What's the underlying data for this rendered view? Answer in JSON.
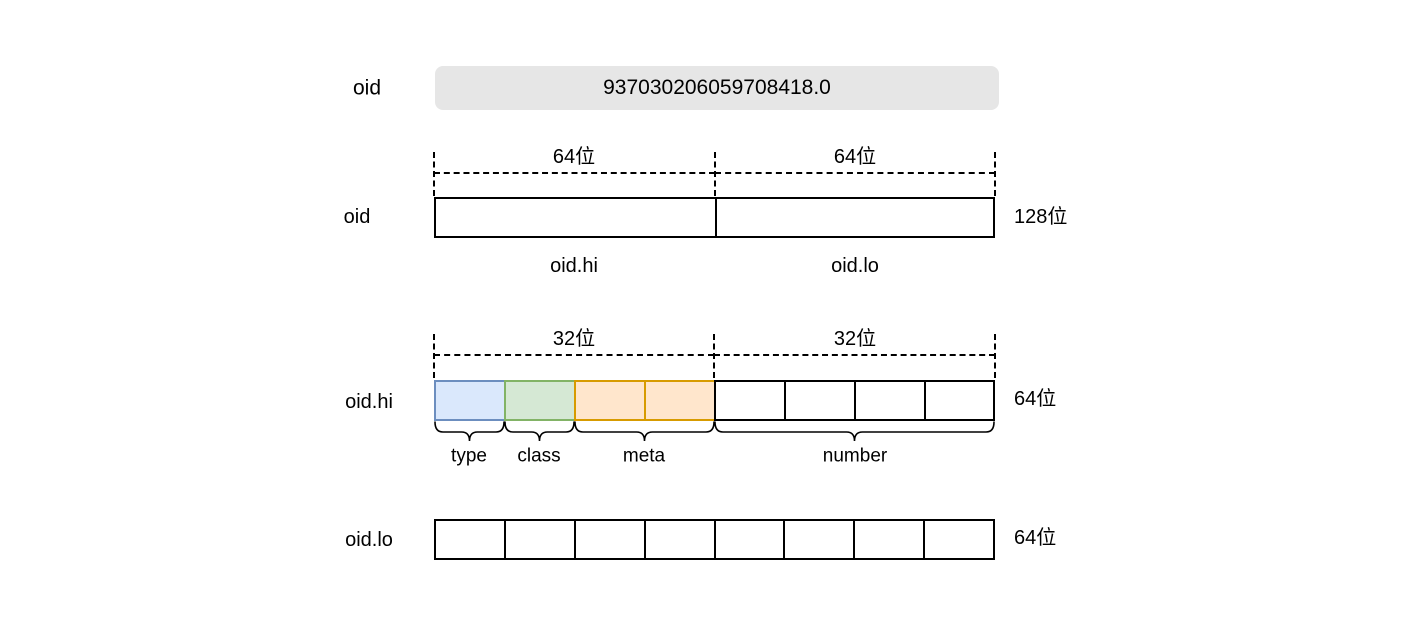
{
  "oid_value_row": {
    "label": "oid",
    "value": "937030206059708418.0"
  },
  "oid_row": {
    "label": "oid",
    "left_dim": "64位",
    "right_dim": "64位",
    "total_dim": "128位",
    "left_part": "oid.hi",
    "right_part": "oid.lo"
  },
  "oid_hi_row": {
    "label": "oid.hi",
    "left_dim": "32位",
    "right_dim": "32位",
    "total_dim": "64位",
    "fields": [
      {
        "name": "type",
        "cells": 1,
        "fill": "#dae8fc",
        "stroke": "#6c8ebf"
      },
      {
        "name": "class",
        "cells": 1,
        "fill": "#d5e8d4",
        "stroke": "#82b366"
      },
      {
        "name": "meta",
        "cells": 2,
        "fill": "#ffe6cc",
        "stroke": "#d79b00"
      },
      {
        "name": "number",
        "cells": 4,
        "fill": "#ffffff",
        "stroke": "#000000"
      }
    ]
  },
  "oid_lo_row": {
    "label": "oid.lo",
    "total_dim": "64位",
    "cells": 8
  },
  "colors": {
    "background": "#ffffff",
    "value_box_bg": "#e6e6e6",
    "line": "#000000"
  }
}
